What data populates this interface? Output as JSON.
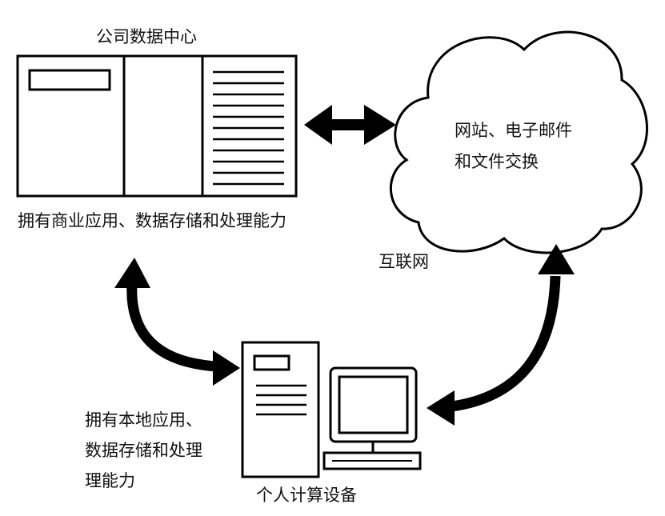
{
  "datacenter": {
    "title": "公司数据中心",
    "caption": "拥有商业应用、数据存储和处理能力"
  },
  "cloud": {
    "line1": "网站、电子邮件",
    "line2": "和文件交换"
  },
  "internet_label": "互联网",
  "pc": {
    "caption": "个人计算设备",
    "desc_line1": "拥有本地应用、",
    "desc_line2": "数据存储和处理",
    "desc_line3": "理能力"
  }
}
